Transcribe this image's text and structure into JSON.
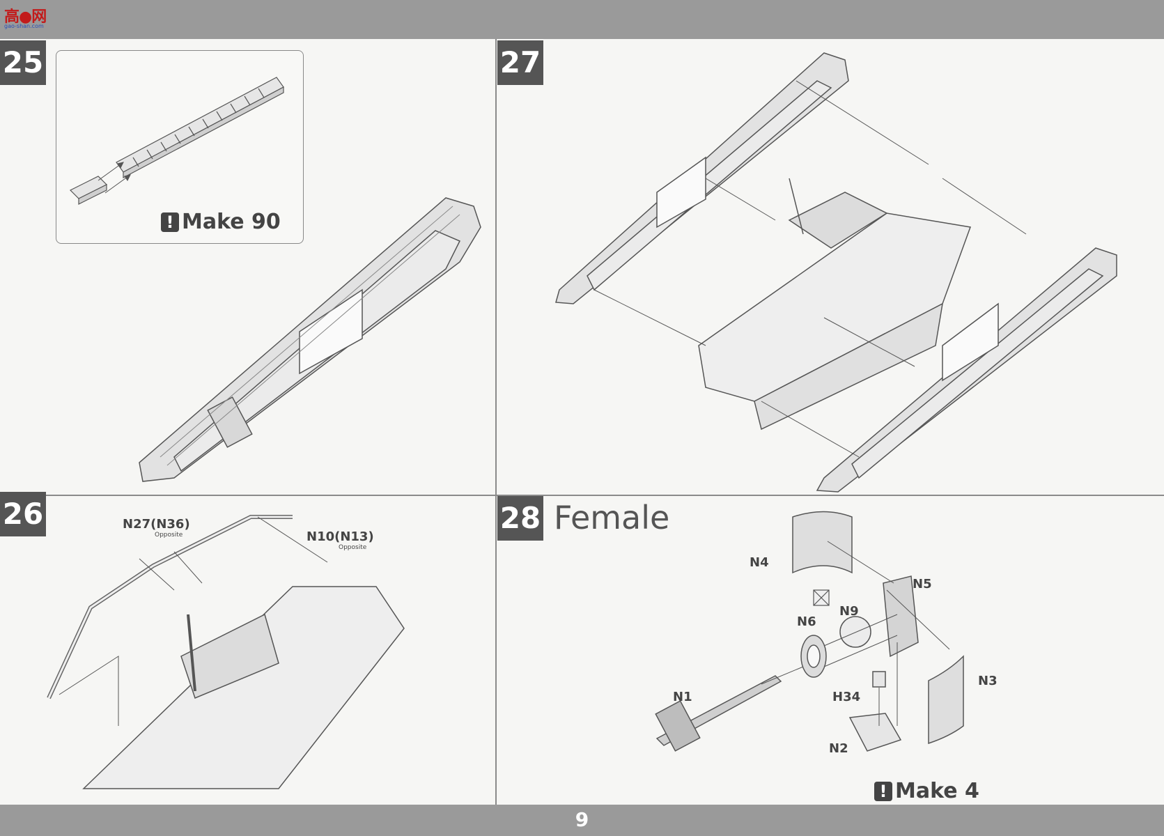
{
  "site": {
    "logo_text": "高●网",
    "logo_sub": "gao-shan.com"
  },
  "page_number": "9",
  "steps": {
    "s25": {
      "number": "25",
      "make_note": "Make 90"
    },
    "s26": {
      "number": "26",
      "labels": {
        "n27": "N27(N36)",
        "n27_sub": "Opposite",
        "n10": "N10(N13)",
        "n10_sub": "Opposite"
      }
    },
    "s27": {
      "number": "27"
    },
    "s28": {
      "number": "28",
      "title": "Female",
      "make_note": "Make 4",
      "labels": {
        "n1": "N1",
        "n2": "N2",
        "n3": "N3",
        "n4": "N4",
        "n5": "N5",
        "n6": "N6",
        "n9": "N9",
        "h34": "H34"
      }
    }
  },
  "icons": {
    "notice": "exclamation-icon"
  },
  "colors": {
    "bar": "#9a9a9a",
    "badge": "#555555",
    "line": "#555555",
    "fill": "#e4e4e4"
  }
}
